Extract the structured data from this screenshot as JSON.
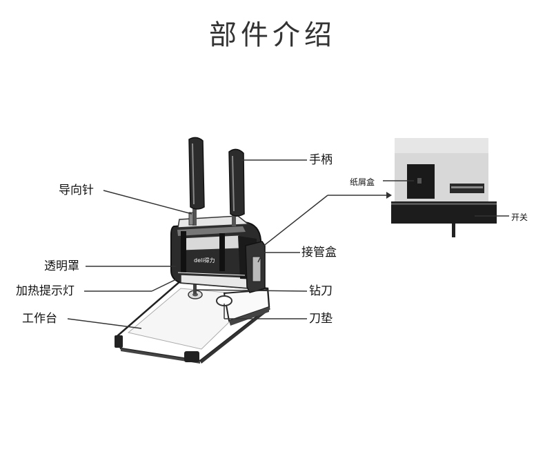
{
  "title": "部件介绍",
  "labels": {
    "handle": "手柄",
    "guide_pin": "导向针",
    "transparent_cover": "透明罩",
    "heating_light": "加热提示灯",
    "worktable": "工作台",
    "tube_box": "接管盒",
    "drill_bit": "钻刀",
    "blade_pad": "刀垫",
    "scrap_box": "纸屑盒",
    "switch": "开关"
  },
  "brand_text": "deli得力",
  "colors": {
    "text": "#111111",
    "title": "#333333",
    "line": "#333333",
    "machine_dark": "#1e1e1e",
    "machine_mid": "#555555",
    "machine_light": "#eeeeee",
    "inset_bg": "#d6d6d6"
  }
}
